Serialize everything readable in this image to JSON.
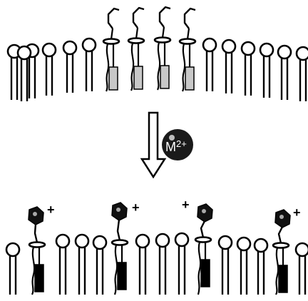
{
  "diagram": {
    "top_membrane": {
      "lipid_count_left": 6,
      "lipid_count_right": 6,
      "amphiphile_count": 4,
      "amphiphile_tail_fill": "#c8c8c8",
      "headgroup_state": "free-ligand"
    },
    "arrow": {
      "direction": "down",
      "reagent": {
        "base": "M",
        "superscript": "2+",
        "fill": "#1a1a1a",
        "text_color": "#ffffff"
      }
    },
    "bottom_membrane": {
      "amphiphile_count": 4,
      "amphiphile_tail_fill": "#000000",
      "headgroup_state": "metal-bound",
      "charge_label": "+"
    }
  }
}
